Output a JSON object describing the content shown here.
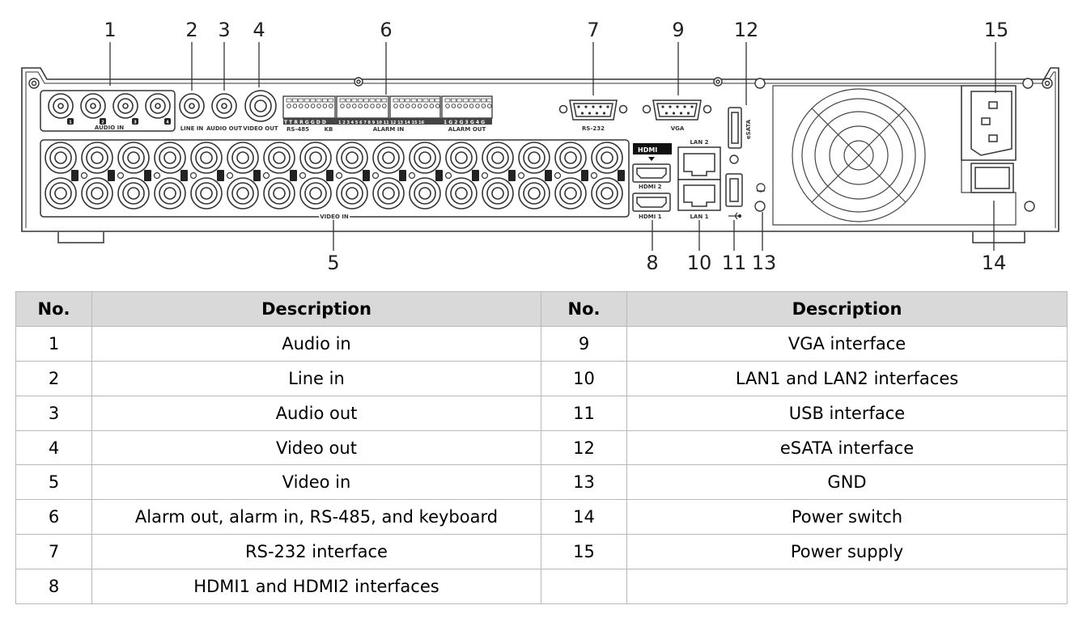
{
  "callouts": {
    "top": [
      "1",
      "2",
      "3",
      "4",
      "6",
      "7",
      "9",
      "12",
      "15"
    ],
    "bottom": [
      "5",
      "8",
      "10",
      "11",
      "13",
      "14"
    ]
  },
  "panel_labels": {
    "audio_in": "AUDIO IN",
    "audio_in_numbers": [
      "1",
      "2",
      "3",
      "4"
    ],
    "line_in": "LINE IN",
    "audio_out": "AUDIO OUT",
    "video_out": "VIDEO OUT",
    "rs485": "RS-485",
    "kb": "KB",
    "alarm_in": "ALARM IN",
    "alarm_out": "ALARM OUT",
    "rs232": "RS-232",
    "vga": "VGA",
    "esata": "eSATA",
    "video_in": "VIDEO IN",
    "lan1": "LAN 1",
    "lan2": "LAN 2",
    "hdmi1": "HDMI 1",
    "hdmi2": "HDMI 2",
    "hdmi_logo": "HDMI",
    "terminal_seq_rs485_kb": "T T R R G G D D",
    "terminal_seq_alarm_in": "1 2 3 4 5 6 7 8 9 10 11 12 13 14 15 16",
    "terminal_seq_alarm_out": "1 G 2 G 3 G 4 G"
  },
  "table": {
    "headers": [
      "No.",
      "Description",
      "No.",
      "Description"
    ],
    "rows": [
      [
        "1",
        "Audio in",
        "9",
        "VGA interface"
      ],
      [
        "2",
        "Line in",
        "10",
        "LAN1 and LAN2 interfaces"
      ],
      [
        "3",
        "Audio out",
        "11",
        "USB interface"
      ],
      [
        "4",
        "Video out",
        "12",
        "eSATA interface"
      ],
      [
        "5",
        "Video in",
        "13",
        "GND"
      ],
      [
        "6",
        "Alarm out, alarm in, RS-485, and keyboard",
        "14",
        "Power switch"
      ],
      [
        "7",
        "RS-232 interface",
        "15",
        "Power supply"
      ],
      [
        "8",
        "HDMI1 and HDMI2 interfaces",
        "",
        ""
      ]
    ]
  }
}
